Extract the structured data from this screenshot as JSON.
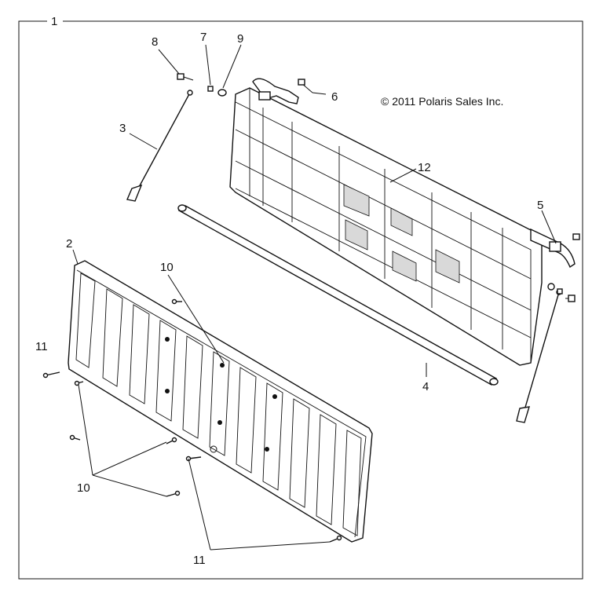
{
  "copyright": "© 2011 Polaris Sales Inc.",
  "callouts": {
    "c1": "1",
    "c2": "2",
    "c3": "3",
    "c4": "4",
    "c5": "5",
    "c6": "6",
    "c7": "7",
    "c8": "8",
    "c9": "9",
    "c10a": "10",
    "c10b": "10",
    "c11a": "11",
    "c11b": "11",
    "c12": "12"
  }
}
